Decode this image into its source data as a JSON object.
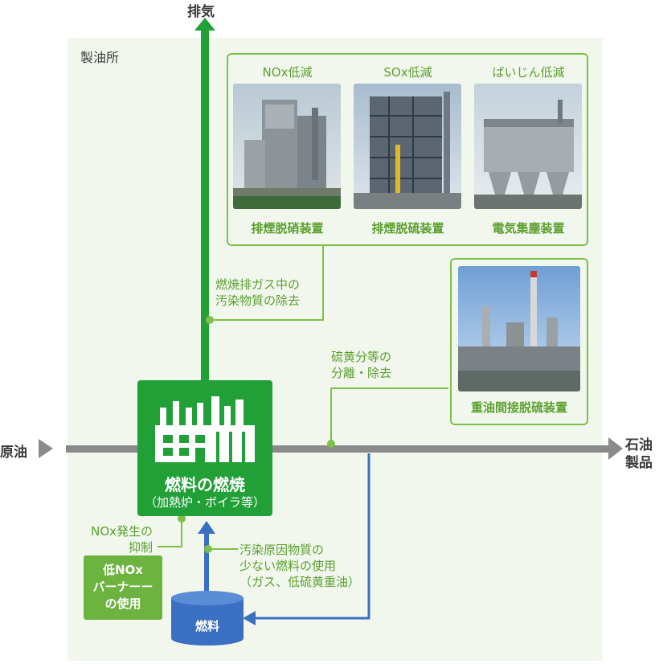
{
  "refinery_label": "製油所",
  "exhaust_label": "排気",
  "crude_label": "原油",
  "products_label_line1": "石油",
  "products_label_line2": "製品",
  "devices": [
    {
      "function": "NOx低減",
      "name": "排煙脱硝装置",
      "photo_icon": "denitration-plant-photo"
    },
    {
      "function": "SOx低減",
      "name": "排煙脱硫装置",
      "photo_icon": "desulfurization-plant-photo"
    },
    {
      "function": "ばいじん低減",
      "name": "電気集塵装置",
      "photo_icon": "electrostatic-precipitator-photo"
    }
  ],
  "exhaust_treatment_note_line1": "燃焼排ガス中の",
  "exhaust_treatment_note_line2": "汚染物質の除去",
  "sulfur_note_line1": "硫黄分等の",
  "sulfur_note_line2": "分離・除去",
  "heavy_oil_unit": "重油間接脱硫装置",
  "heater_title": "燃料の燃焼",
  "heater_subtitle": "（加熱炉・ボイラ等）",
  "nox_note_line1": "NOx発生の",
  "nox_note_line2": "抑制",
  "low_nox_burner_line1": "低NOx",
  "low_nox_burner_line2": "バーナーー",
  "low_nox_burner_line3": "の使用",
  "fuel_note_line1": "汚染原因物質の",
  "fuel_note_line2": "少ない燃料の使用",
  "fuel_note_line3": "（ガス、低硫黄重油）",
  "fuel_tank_label": "燃料",
  "colors": {
    "green": "#21a038",
    "light_green": "#7cc04a",
    "gray": "#8a8a8a",
    "blue": "#3a6fc1",
    "bg": "#f2f7ee"
  }
}
